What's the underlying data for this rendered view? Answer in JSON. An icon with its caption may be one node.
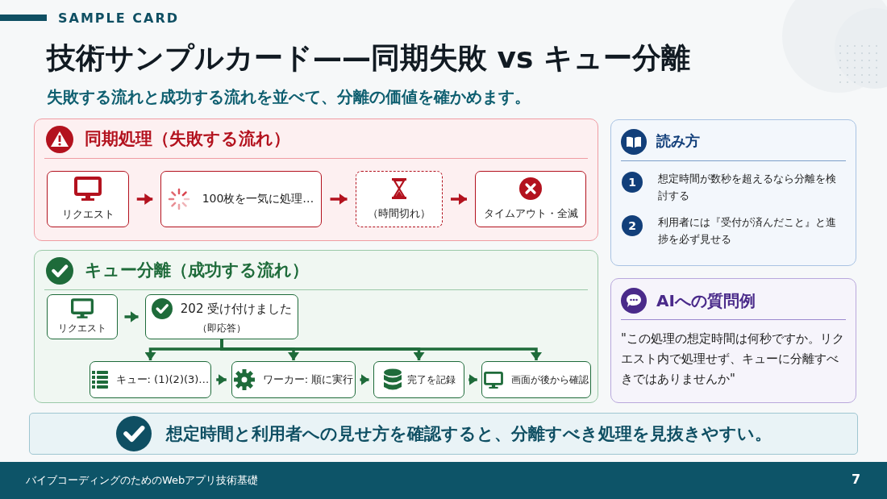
{
  "diagram": {
    "title": "技術サンプルカード——同期失敗 vs キュー分離",
    "nodes": [
      {
        "text": [
          "同期処理（失敗する流れ）"
        ]
      },
      {
        "text": [
          "リクエスト"
        ],
        "in": 0
      },
      {
        "text": [
          "100枚を一気に処理…"
        ],
        "in": 0
      },
      {
        "text": [
          "（時間切れ）"
        ],
        "in": 0
      },
      {
        "text": [
          "タイムアウト・全滅"
        ],
        "in": 0
      },
      {
        "text": [
          "キュー分離（成功する流れ）"
        ]
      },
      {
        "text": [
          "リクエスト"
        ],
        "in": 5
      },
      {
        "text": [
          "202 受け付けました",
          "（即応答）"
        ],
        "in": 5
      },
      {
        "text": [
          "キュー: (1)(2)(3)…"
        ],
        "in": 5
      },
      {
        "text": [
          "ワーカー: 順に実行"
        ],
        "in": 5
      },
      {
        "text": [
          "完了を記録"
        ],
        "in": 5
      },
      {
        "text": [
          "画面が後から確認"
        ],
        "in": 5
      },
      {
        "text": [
          "読み方",
          "1",
          "想定時間が数秒を超えるなら分離を検討する",
          "2",
          "利用者には『受付が済んだこと』と進捗を必ず見せる"
        ]
      },
      {
        "text": [
          "AIへの質問例",
          "\"この処理の想定時間は何秒ですか。リクエスト内で処理せず、キューに分離すべきではありませんか\""
        ]
      },
      {
        "text": [
          "想定時間と利用者への見せ方を確認すると、分離すべき処理を見抜きやすい。"
        ]
      }
    ],
    "edges": [
      {
        "from": 1,
        "to": 2,
        "arrow": "to",
        "color": "#b3121e"
      },
      {
        "from": 2,
        "to": 3,
        "arrow": "to",
        "color": "#b3121e"
      },
      {
        "from": 3,
        "to": 4,
        "arrow": "to",
        "color": "#b3121e"
      },
      {
        "from": 6,
        "to": 7,
        "arrow": "to"
      },
      {
        "from": 7,
        "to": 8,
        "arrow": "to"
      },
      {
        "from": 7,
        "to": 9,
        "arrow": "to"
      },
      {
        "from": 7,
        "to": 10,
        "arrow": "to"
      },
      {
        "from": 7,
        "to": 11,
        "arrow": "to"
      },
      {
        "from": 8,
        "to": 9,
        "arrow": "to"
      },
      {
        "from": 9,
        "to": 10,
        "arrow": "to"
      },
      {
        "from": 10,
        "to": 11,
        "arrow": "to"
      }
    ],
    "labels": [
      "SAMPLE CARD",
      "失敗する流れと成功する流れを並べて、分離の価値を確かめます。",
      "バイブコーディングのためのWebアプリ技術基礎",
      "7"
    ]
  }
}
